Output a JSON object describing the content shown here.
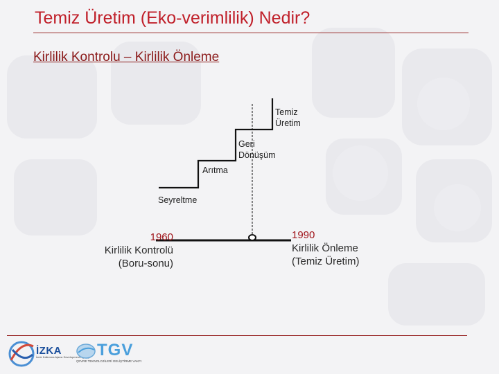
{
  "title": "Temiz Üretim (Eko-verimlilik) Nedir?",
  "subtitle": "Kirlilik Kontrolu – Kirlilik Önleme",
  "steps": [
    {
      "line1": "Seyreltme",
      "line2": ""
    },
    {
      "line1": "Arıtma",
      "line2": ""
    },
    {
      "line1": "Geri",
      "line2": "Dönüşüm"
    },
    {
      "line1": "Temiz",
      "line2": "Üretim"
    }
  ],
  "timeline": {
    "left": {
      "year": "1960",
      "line1": "Kirlilik Kontrolü",
      "line2": "(Boru-sonu)"
    },
    "right": {
      "year": "1990",
      "line1": "Kirlilik Önleme",
      "line2": "(Temiz Üretim)"
    }
  },
  "logos": {
    "izka": {
      "name": "İZKA",
      "subtitle": "İzmir Kalkınma Ajansı Development Agency"
    },
    "tgv": {
      "name": "TGV",
      "subtitle": "ÇEVRE TEKNOLOJİLERİ GELİŞTİRME VAKFI"
    }
  },
  "colors": {
    "title": "#c0202a",
    "accent": "#9a2a2a",
    "year": "#a0141a",
    "timeline": "#111111"
  }
}
